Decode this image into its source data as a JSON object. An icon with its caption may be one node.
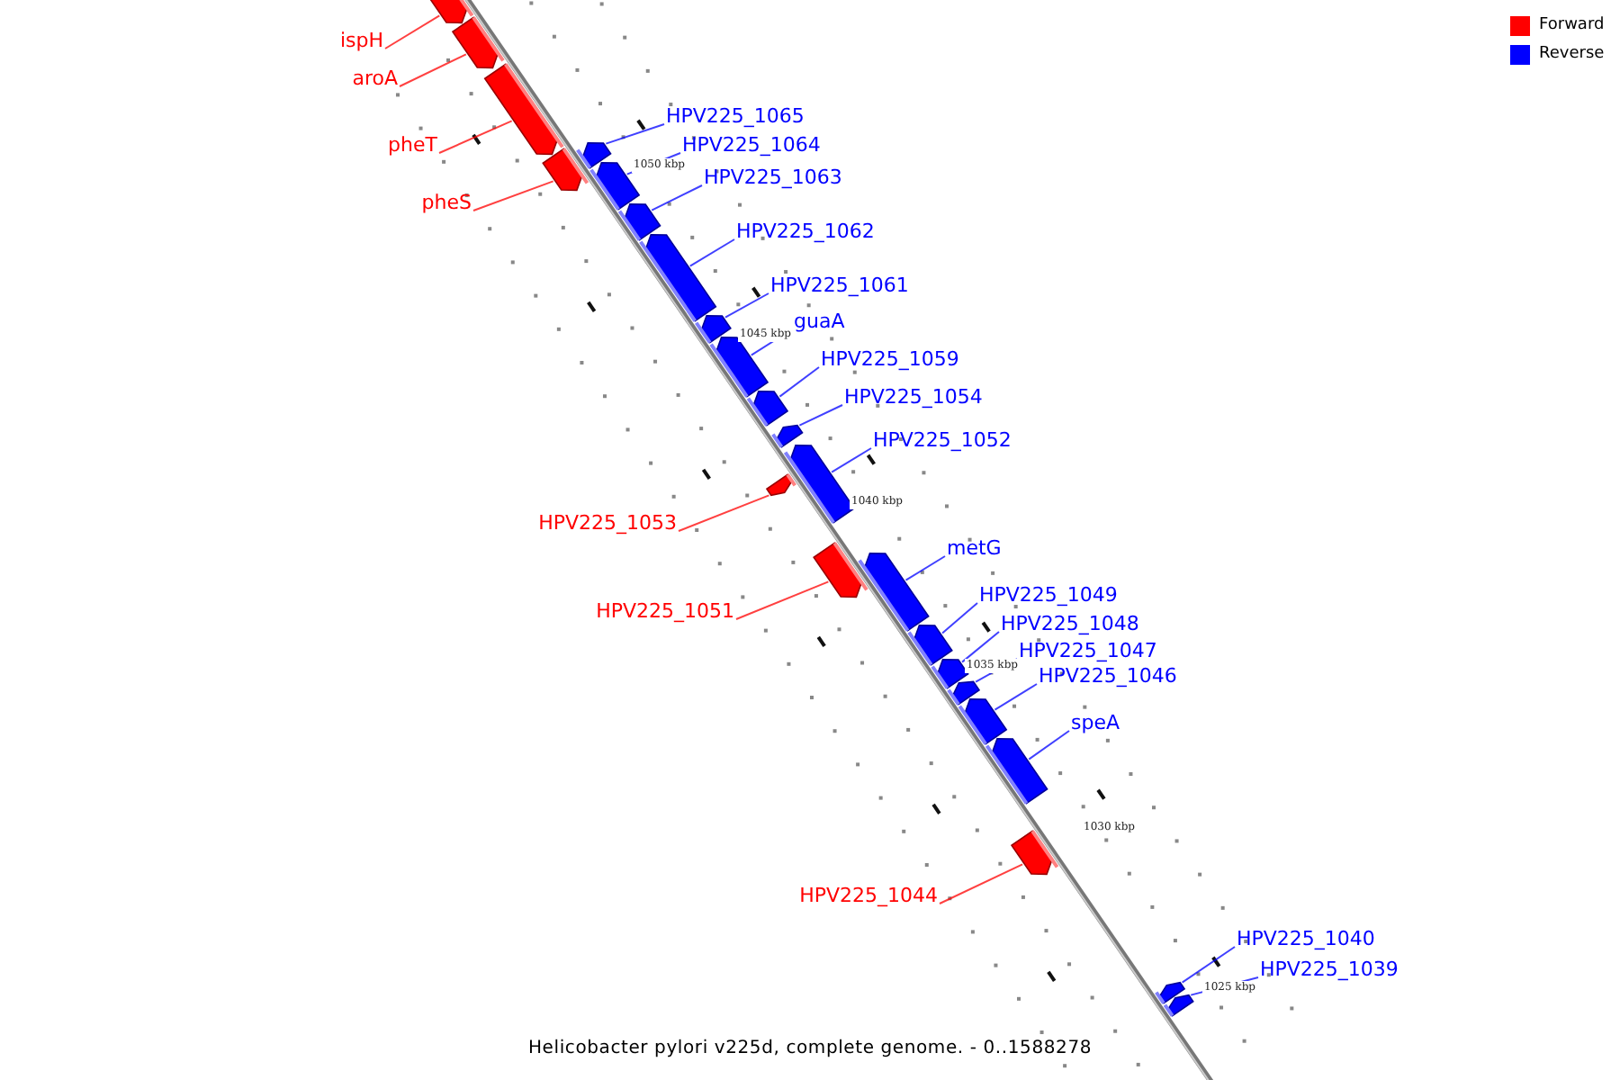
{
  "diagram": {
    "caption": "Helicobacter pylori v225d, complete genome. - 0..1588278",
    "nodes": [
      {
        "text": [
          "ispH"
        ]
      },
      {
        "text": [
          "aroA"
        ]
      },
      {
        "text": [
          "HPV225_1065"
        ]
      },
      {
        "text": [
          "HPV225_1064"
        ]
      },
      {
        "text": [
          "pheT"
        ]
      },
      {
        "text": [
          "HPV225_1063"
        ]
      },
      {
        "text": [
          "pheS"
        ]
      },
      {
        "text": [
          "HPV225_1062"
        ]
      },
      {
        "text": [
          "HPV225_1061"
        ]
      },
      {
        "text": [
          "guaA"
        ]
      },
      {
        "text": [
          "HPV225_1059"
        ]
      },
      {
        "text": [
          "HPV225_1054"
        ]
      },
      {
        "text": [
          "HPV225_1052"
        ]
      },
      {
        "text": [
          "HPV225_1053"
        ]
      },
      {
        "text": [
          "metG"
        ]
      },
      {
        "text": [
          "HPV225_1051"
        ]
      },
      {
        "text": [
          "HPV225_1049"
        ]
      },
      {
        "text": [
          "HPV225_1048"
        ]
      },
      {
        "text": [
          "HPV225_1047"
        ]
      },
      {
        "text": [
          "HPV225_1046"
        ]
      },
      {
        "text": [
          "speA"
        ]
      },
      {
        "text": [
          "HPV225_1044"
        ]
      },
      {
        "text": [
          "HPV225_1040"
        ]
      },
      {
        "text": [
          "HPV225_1039"
        ]
      },
      {
        "text": [],
        "shape": "bar"
      },
      {
        "text": [],
        "shape": "bar"
      },
      {
        "text": [],
        "shape": "bar"
      },
      {
        "text": [],
        "shape": "bar"
      },
      {
        "text": [],
        "shape": "bar"
      },
      {
        "text": [],
        "shape": "bar"
      },
      {
        "text": [],
        "shape": "bar"
      },
      {
        "text": [],
        "shape": "bar"
      },
      {
        "text": [],
        "shape": "bar"
      },
      {
        "text": [],
        "shape": "bar"
      },
      {
        "text": [],
        "shape": "bar"
      },
      {
        "text": [],
        "shape": "bar"
      },
      {
        "text": [],
        "shape": "bar"
      },
      {
        "text": [],
        "shape": "bar"
      },
      {
        "text": [],
        "shape": "bar"
      },
      {
        "text": [],
        "shape": "bar"
      },
      {
        "text": [],
        "shape": "bar"
      },
      {
        "text": [],
        "shape": "bar"
      },
      {
        "text": [],
        "shape": "bar"
      },
      {
        "text": [],
        "shape": "bar"
      },
      {
        "text": [],
        "shape": "bar"
      },
      {
        "text": [],
        "shape": "bar"
      },
      {
        "text": [],
        "shape": "bar"
      },
      {
        "text": [],
        "shape": "bar"
      }
    ],
    "edges": [
      {
        "from": 0,
        "to": 24,
        "arrow": "none",
        "color": "#ff0000"
      },
      {
        "from": 1,
        "to": 25,
        "arrow": "none",
        "color": "#ff0000"
      },
      {
        "from": 2,
        "to": 26,
        "arrow": "none"
      },
      {
        "from": 3,
        "to": 27,
        "arrow": "none"
      },
      {
        "from": 4,
        "to": 28,
        "arrow": "none",
        "color": "#ff0000"
      },
      {
        "from": 5,
        "to": 29,
        "arrow": "none"
      },
      {
        "from": 6,
        "to": 30,
        "arrow": "none",
        "color": "#ff0000"
      },
      {
        "from": 7,
        "to": 31,
        "arrow": "none"
      },
      {
        "from": 8,
        "to": 32,
        "arrow": "none"
      },
      {
        "from": 9,
        "to": 33,
        "arrow": "none"
      },
      {
        "from": 10,
        "to": 34,
        "arrow": "none"
      },
      {
        "from": 11,
        "to": 35,
        "arrow": "none"
      },
      {
        "from": 12,
        "to": 36,
        "arrow": "none"
      },
      {
        "from": 13,
        "to": 37,
        "arrow": "none",
        "color": "#ff0000"
      },
      {
        "from": 14,
        "to": 38,
        "arrow": "none"
      },
      {
        "from": 15,
        "to": 39,
        "arrow": "none",
        "color": "#ff0000"
      },
      {
        "from": 16,
        "to": 40,
        "arrow": "none"
      },
      {
        "from": 17,
        "to": 41,
        "arrow": "none"
      },
      {
        "from": 18,
        "to": 42,
        "arrow": "none"
      },
      {
        "from": 19,
        "to": 43,
        "arrow": "none"
      },
      {
        "from": 20,
        "to": 44,
        "arrow": "none"
      },
      {
        "from": 21,
        "to": 45,
        "arrow": "none",
        "color": "#ff0000"
      },
      {
        "from": 22,
        "to": 46,
        "arrow": "none"
      },
      {
        "from": 23,
        "to": 47,
        "arrow": "none"
      }
    ],
    "labels": [
      "1050 kbp",
      "1045 kbp",
      "1040 kbp",
      "1035 kbp",
      "1030 kbp",
      "1025 kbp"
    ],
    "legend": [
      {
        "text": "Forward",
        "color": "#ff0000"
      },
      {
        "text": "Reverse",
        "color": "#0000ff"
      }
    ]
  }
}
